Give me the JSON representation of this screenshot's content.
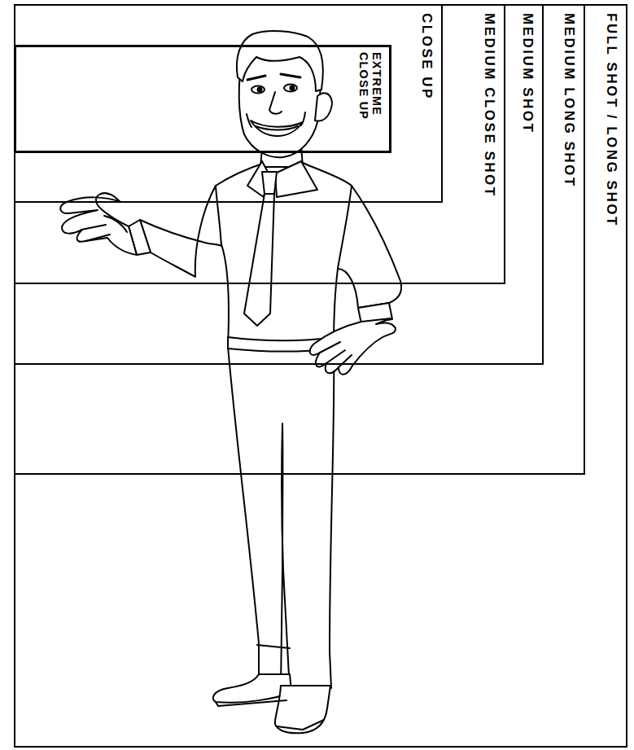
{
  "diagram": {
    "nodes": [
      {
        "text": [
          "FULL SHOT / LONG SHOT"
        ]
      },
      {
        "text": [
          "MEDIUM LONG SHOT"
        ],
        "in": 0
      },
      {
        "text": [
          "MEDIUM SHOT"
        ],
        "in": 1
      },
      {
        "text": [
          "MEDIUM CLOSE SHOT"
        ],
        "in": 2
      },
      {
        "text": [
          "CLOSE UP"
        ],
        "in": 3
      },
      {
        "text": [
          "EXTREME CLOSE UP"
        ],
        "in": 4
      }
    ]
  }
}
